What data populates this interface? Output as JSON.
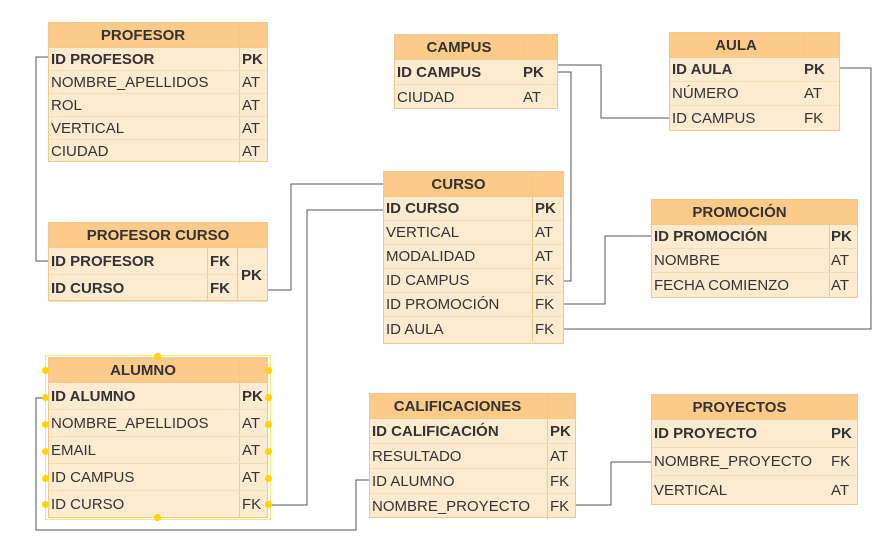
{
  "tables": {
    "profesor": {
      "title": "PROFESOR",
      "rows": [
        {
          "name": "ID PROFESOR",
          "key": "PK"
        },
        {
          "name": "NOMBRE_APELLIDOS",
          "key": "AT"
        },
        {
          "name": "ROL",
          "key": "AT"
        },
        {
          "name": "VERTICAL",
          "key": "AT"
        },
        {
          "name": "CIUDAD",
          "key": "AT"
        }
      ]
    },
    "profesor_curso": {
      "title": "PROFESOR CURSO",
      "rows": [
        {
          "name": "ID PROFESOR",
          "key": "FK"
        },
        {
          "name": "ID CURSO",
          "key": "FK"
        }
      ],
      "composite_key": "PK"
    },
    "alumno": {
      "title": "ALUMNO",
      "rows": [
        {
          "name": "ID ALUMNO",
          "key": "PK"
        },
        {
          "name": "NOMBRE_APELLIDOS",
          "key": "AT"
        },
        {
          "name": "EMAIL",
          "key": "AT"
        },
        {
          "name": "ID CAMPUS",
          "key": "AT"
        },
        {
          "name": "ID CURSO",
          "key": "FK"
        }
      ]
    },
    "campus": {
      "title": "CAMPUS",
      "rows": [
        {
          "name": "ID CAMPUS",
          "key": "PK"
        },
        {
          "name": "CIUDAD",
          "key": "AT"
        }
      ]
    },
    "curso": {
      "title": "CURSO",
      "rows": [
        {
          "name": "ID CURSO",
          "key": "PK"
        },
        {
          "name": "VERTICAL",
          "key": "AT"
        },
        {
          "name": "MODALIDAD",
          "key": "AT"
        },
        {
          "name": "ID CAMPUS",
          "key": "FK"
        },
        {
          "name": "ID PROMOCIÓN",
          "key": "FK"
        },
        {
          "name": "ID AULA",
          "key": "FK"
        }
      ]
    },
    "calificaciones": {
      "title": "CALIFICACIONES",
      "rows": [
        {
          "name": "ID CALIFICACIÓN",
          "key": "PK"
        },
        {
          "name": "RESULTADO",
          "key": "AT"
        },
        {
          "name": "ID ALUMNO",
          "key": "FK"
        },
        {
          "name": "NOMBRE_PROYECTO",
          "key": "FK"
        }
      ]
    },
    "aula": {
      "title": "AULA",
      "rows": [
        {
          "name": "ID AULA",
          "key": "PK"
        },
        {
          "name": "NÚMERO",
          "key": "AT"
        },
        {
          "name": "ID CAMPUS",
          "key": "FK"
        }
      ]
    },
    "promocion": {
      "title": "PROMOCIÓN",
      "rows": [
        {
          "name": "ID PROMOCIÓN",
          "key": "PK"
        },
        {
          "name": "NOMBRE",
          "key": "AT"
        },
        {
          "name": "FECHA COMIENZO",
          "key": "AT"
        }
      ]
    },
    "proyectos": {
      "title": "PROYECTOS",
      "rows": [
        {
          "name": "ID PROYECTO",
          "key": "PK"
        },
        {
          "name": "NOMBRE_PROYECTO",
          "key": "FK"
        },
        {
          "name": "VERTICAL",
          "key": "AT"
        }
      ]
    }
  },
  "colors": {
    "header": "#fccb8a",
    "body": "#fdebd0",
    "border": "#f0c98e",
    "connector": "#555555",
    "selection": "#ffd400"
  }
}
